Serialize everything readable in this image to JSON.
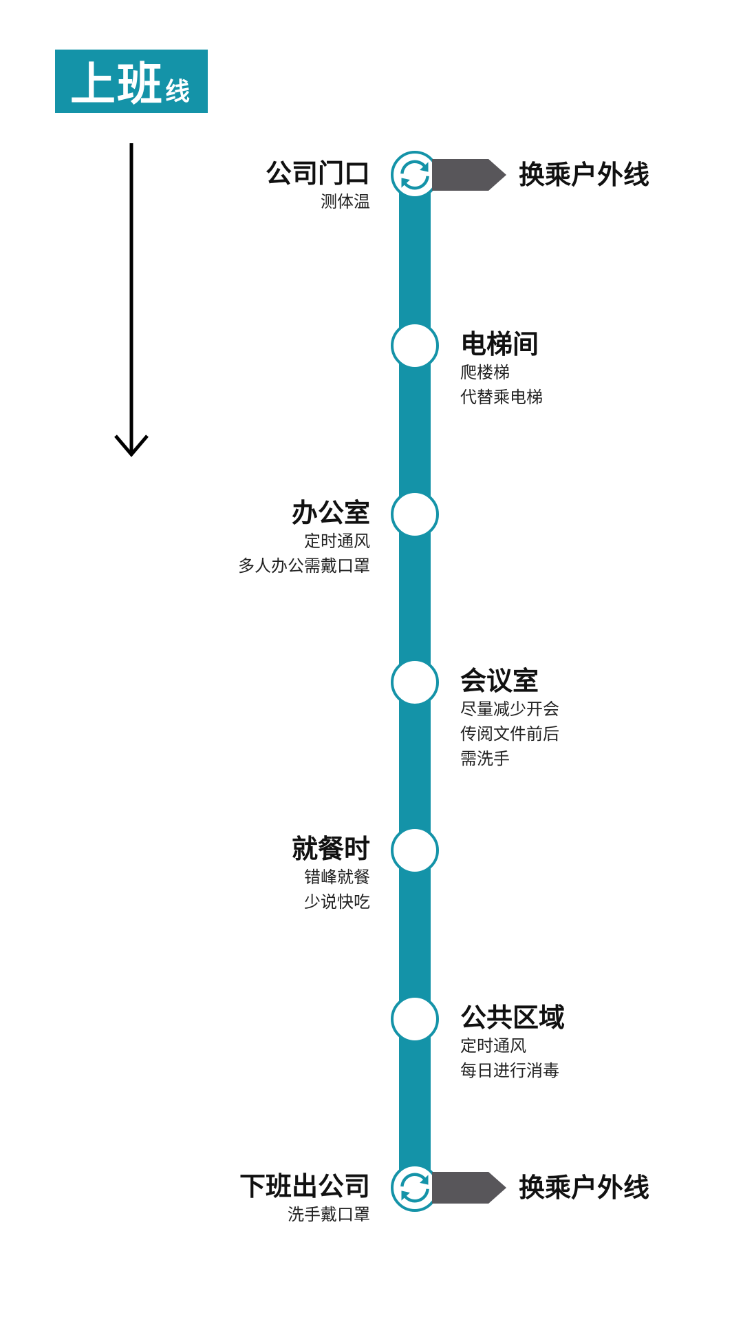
{
  "title": {
    "main": "上班",
    "sub": "线"
  },
  "transfer_text": "换乘户外线",
  "stations": [
    {
      "name": "公司门口",
      "notes": [
        "测体温"
      ],
      "transfer": true
    },
    {
      "name": "电梯间",
      "notes": [
        "爬楼梯",
        "代替乘电梯"
      ],
      "transfer": false
    },
    {
      "name": "办公室",
      "notes": [
        "定时通风",
        "多人办公需戴口罩"
      ],
      "transfer": false
    },
    {
      "name": "会议室",
      "notes": [
        "尽量减少开会",
        "传阅文件前后",
        "需洗手"
      ],
      "transfer": false
    },
    {
      "name": "就餐时",
      "notes": [
        "错峰就餐",
        "少说快吃"
      ],
      "transfer": false
    },
    {
      "name": "公共区域",
      "notes": [
        "定时通风",
        "每日进行消毒"
      ],
      "transfer": false
    },
    {
      "name": "下班出公司",
      "notes": [
        "洗手戴口罩"
      ],
      "transfer": true
    }
  ],
  "colors": {
    "line": "#1493a8",
    "tab": "#58565a",
    "text": "#111111"
  }
}
